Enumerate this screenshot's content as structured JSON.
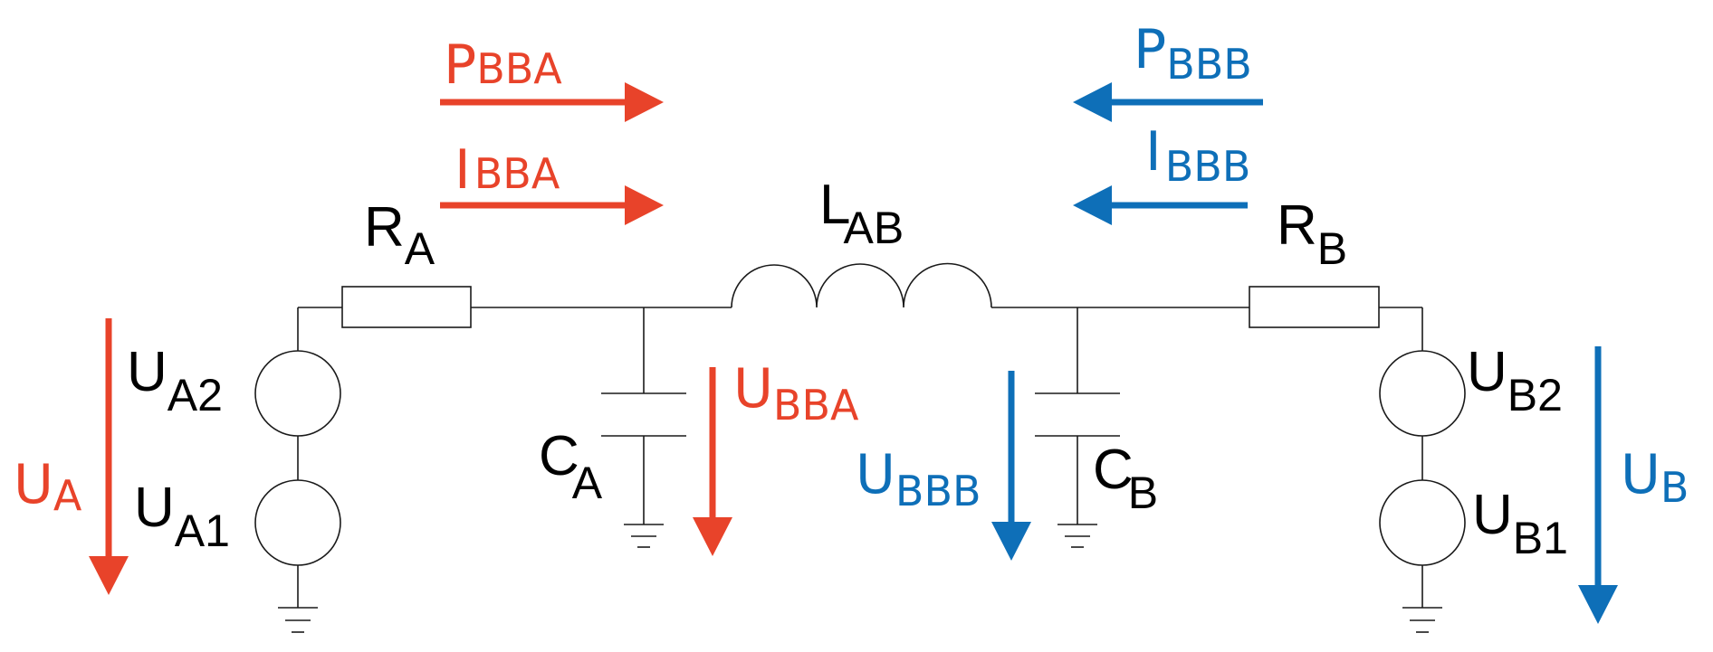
{
  "colors": {
    "side_a": "#e8432a",
    "side_b": "#0e6fb8",
    "circuit": "#1a1a1a"
  },
  "labels": {
    "p_bba": {
      "main": "P",
      "sub": "BBA"
    },
    "i_bba": {
      "main": "I",
      "sub": "BBA"
    },
    "p_bbb": {
      "main": "P",
      "sub": "BBB"
    },
    "i_bbb": {
      "main": "I",
      "sub": "BBB"
    },
    "r_a": {
      "main": "R",
      "sub": "A"
    },
    "r_b": {
      "main": "R",
      "sub": "B"
    },
    "l_ab": {
      "main": "L",
      "sub": "AB"
    },
    "u_a2": {
      "main": "U",
      "sub": "A2"
    },
    "u_a1": {
      "main": "U",
      "sub": "A1"
    },
    "u_a": {
      "main": "U",
      "sub": "A"
    },
    "c_a": {
      "main": "C",
      "sub": "A"
    },
    "u_bba": {
      "main": "U",
      "sub": "BBA"
    },
    "u_bbb": {
      "main": "U",
      "sub": "BBB"
    },
    "c_b": {
      "main": "C",
      "sub": "B"
    },
    "u_b2": {
      "main": "U",
      "sub": "B2"
    },
    "u_b1": {
      "main": "U",
      "sub": "B1"
    },
    "u_b": {
      "main": "U",
      "sub": "B"
    }
  }
}
